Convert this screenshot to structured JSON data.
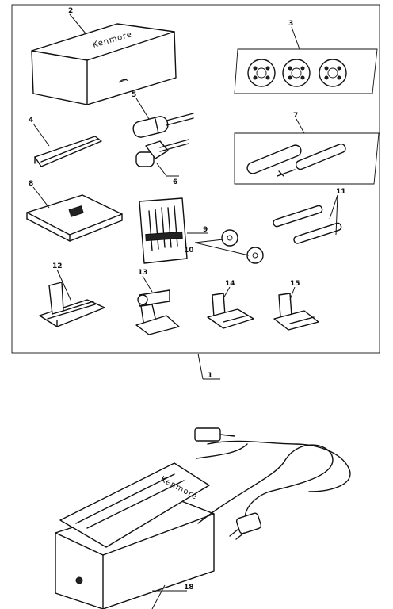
{
  "callouts": {
    "c1": "1",
    "c2": "2",
    "c3": "3",
    "c4": "4",
    "c5": "5",
    "c6": "6",
    "c7": "7",
    "c8": "8",
    "c9": "9",
    "c10": "10",
    "c11": "11",
    "c12": "12",
    "c13": "13",
    "c14": "14",
    "c15": "15",
    "c18": "18"
  },
  "brand": {
    "box_text": "Kenmore",
    "pedal_text": "Kenmore"
  }
}
